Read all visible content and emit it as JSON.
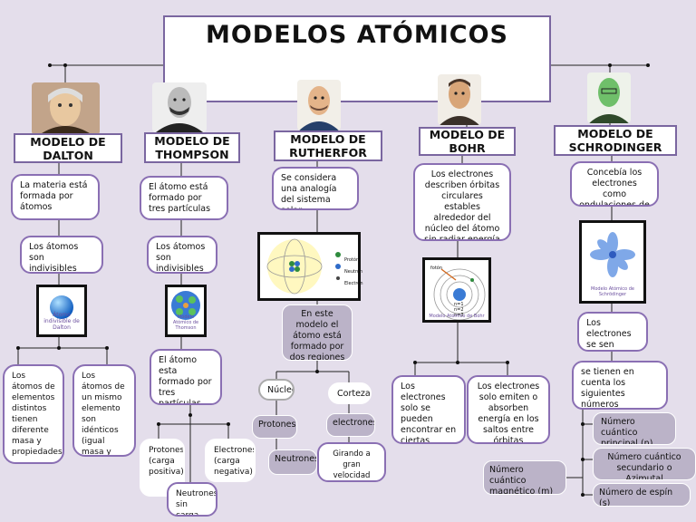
{
  "title": "MODELOS ATÓMICOS",
  "models": {
    "dalton": {
      "heading": "MODELO DE DALTON",
      "b1": "La materia está formada por átomos",
      "b2": "Los átomos son indivisibles",
      "image_caption": "Átomo indivisible de Dalton",
      "b3": "Los átomos de elementos distintos tienen diferente masa y propiedades",
      "b4": "Los átomos de un mismo elemento son idénticos (igual masa y propiedades)"
    },
    "thompson": {
      "heading": "MODELO DE THOMPSON",
      "b1": "El átomo está formado por tres partículas",
      "b2": "Los átomos son indivisibles",
      "image_caption": "Modelo Atómico de Thomson",
      "b3": "El átomo esta formado por tres partículas",
      "p1": "Protones (carga positiva)",
      "p2": "Electrones (carga negativa)",
      "p3": "Neutrones sin carga"
    },
    "rutherford": {
      "heading": "MODELO DE RUTHERFOR",
      "b1": "Se considera una analogía del sistema solar",
      "legend": [
        "Protón",
        "Neutrón",
        "Electrón"
      ],
      "b2": "En este modelo el átomo está formado por dos regiones",
      "r1": "Núcleo",
      "r2": "Corteza",
      "r3": "Protones",
      "r4": "Neutrones",
      "r5": "electrones",
      "r6": "Girando a gran velocidad alrededor del nucleo"
    },
    "bohr": {
      "heading": "MODELO DE BOHR",
      "b1": "Los electrones describen órbitas circulares estables alrededor del núcleo del átomo sin radiar energía",
      "image_label_top": "fotón",
      "image_levels": [
        "n=1",
        "n=2",
        "n=3"
      ],
      "image_caption": "Modelo Atómico de Bohr",
      "b2": "Los electrones solo se pueden encontrar en ciertas órbitas",
      "b3": "Los electrones solo emiten o absorben energía en los saltos entre órbitas"
    },
    "schrodinger": {
      "heading": "MODELO DE SCHRODINGER",
      "b1": "Concebía los electrones como ondulaciones de la materia",
      "image_caption": "Modelo Atómico de Schrödinger",
      "b2": "Los electrones se sen distribuyen",
      "b3": "se tienen en cuenta los siguientes números cuánticos",
      "q1": "Número cuántico principal (n)",
      "q2": "Número cuántico secundario o Azimutal",
      "q3": "Número cuántico magnético (m)",
      "q4": "Número de espín (s)"
    }
  }
}
